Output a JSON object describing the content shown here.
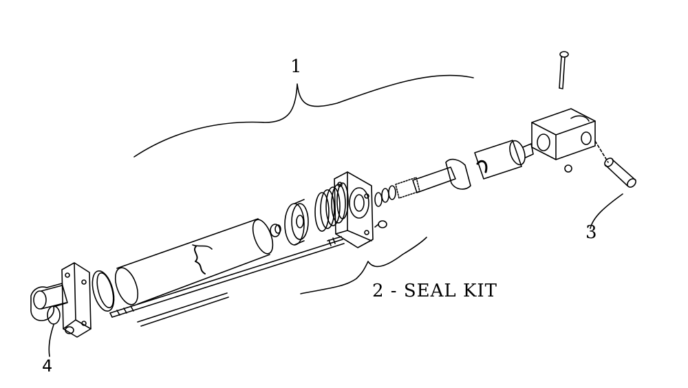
{
  "diagram": {
    "title": "",
    "callouts": {
      "one": "1",
      "two": "2 - SEAL KIT",
      "three": "3",
      "four": "4"
    },
    "line_color": "#000000",
    "background": "#ffffff"
  }
}
